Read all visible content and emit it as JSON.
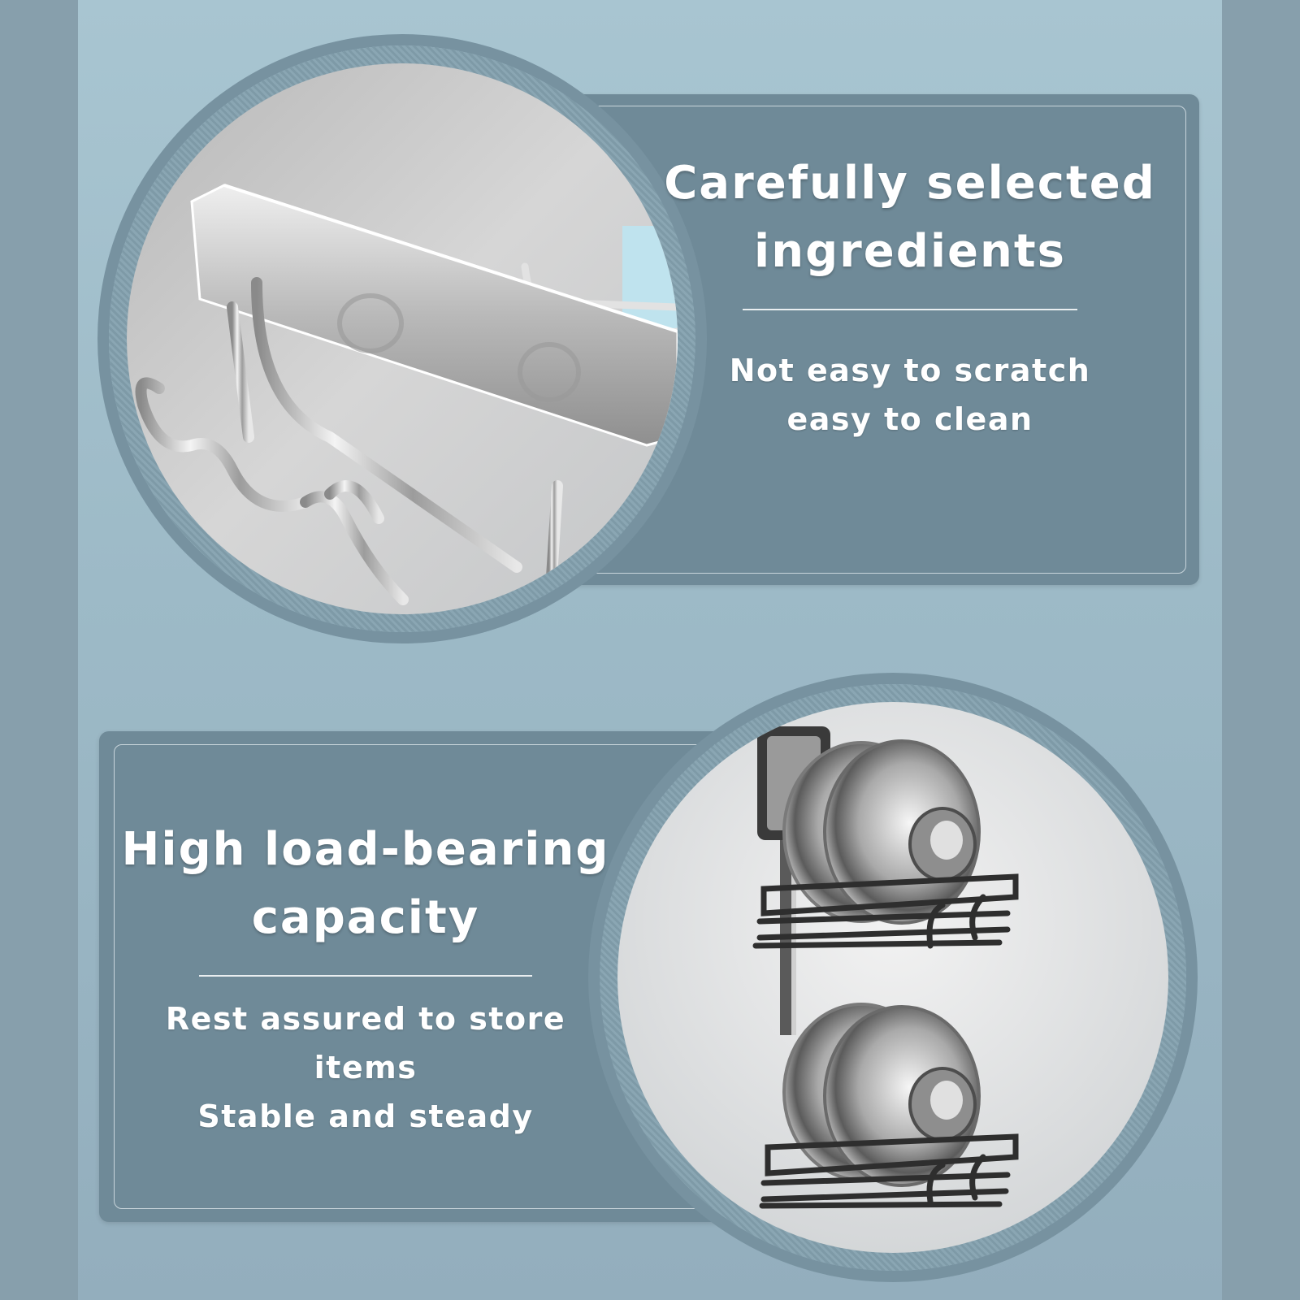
{
  "sections": [
    {
      "headline_lines": [
        "Carefully selected",
        "ingredients"
      ],
      "body_lines": [
        "Not easy to scratch",
        "easy to clean"
      ],
      "image": "chrome-basket-closeup"
    },
    {
      "headline_lines": [
        "High load-bearing",
        "capacity"
      ],
      "body_lines": [
        "Rest assured to store",
        "items",
        "Stable and steady"
      ],
      "image": "wall-mounted-pot-lid-rack"
    }
  ],
  "colors": {
    "background": "#9dbac7",
    "card": "#6f8a98",
    "ring": "#7792a0",
    "text": "#ffffff"
  }
}
